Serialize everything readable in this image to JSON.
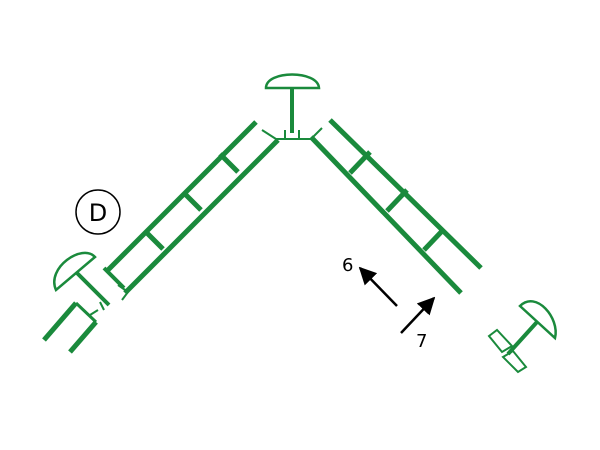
{
  "diagram": {
    "badge_label": "D",
    "arrow_labels": [
      "6",
      "7"
    ],
    "colors": {
      "profile": "#1a8a3c",
      "text": "#000000",
      "background": "#ffffff"
    }
  }
}
